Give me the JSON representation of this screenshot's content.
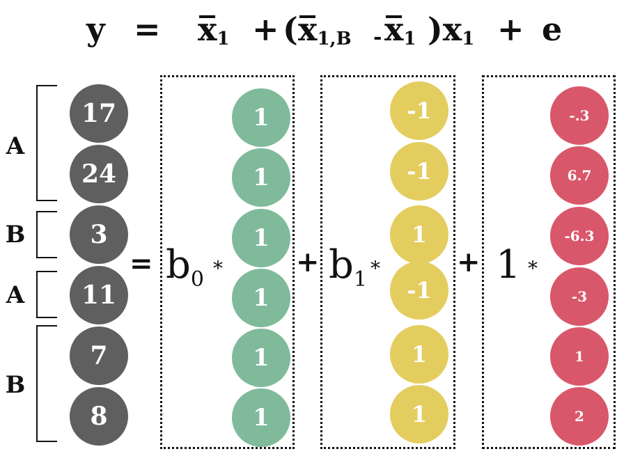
{
  "equation": {
    "y": "y",
    "eq": "=",
    "xbar1_x": "x",
    "xbar1_sub": "1",
    "plus1": "+",
    "open_paren": "(",
    "xbar1B_x": "x",
    "xbar1B_sub": "1,B",
    "minus": "-",
    "xbar1b_x": "x",
    "xbar1b_sub": "1",
    "close_paren_x": ")x",
    "x1_sub": "1",
    "plus2": "+",
    "e": "e"
  },
  "groups": [
    "A",
    "B",
    "A",
    "B"
  ],
  "y_values": [
    "17",
    "24",
    "3",
    "11",
    "7",
    "8"
  ],
  "b0_column": [
    "1",
    "1",
    "1",
    "1",
    "1",
    "1"
  ],
  "b1_column": [
    "-1",
    "-1",
    "1",
    "-1",
    "1",
    "1"
  ],
  "e_column": [
    "-.3",
    "6.7",
    "-6.3",
    "-3",
    "1",
    "2"
  ],
  "operators": {
    "equals": "=",
    "b0": "b",
    "b0_sub": "0",
    "star": "*",
    "plus": "+",
    "b1": "b",
    "b1_sub": "1",
    "one": "1"
  },
  "colors": {
    "y_circle": "#5f5f5f",
    "b0_circle": "#7fba9b",
    "b1_circle": "#e4cd5f",
    "e_circle": "#d9576a"
  }
}
